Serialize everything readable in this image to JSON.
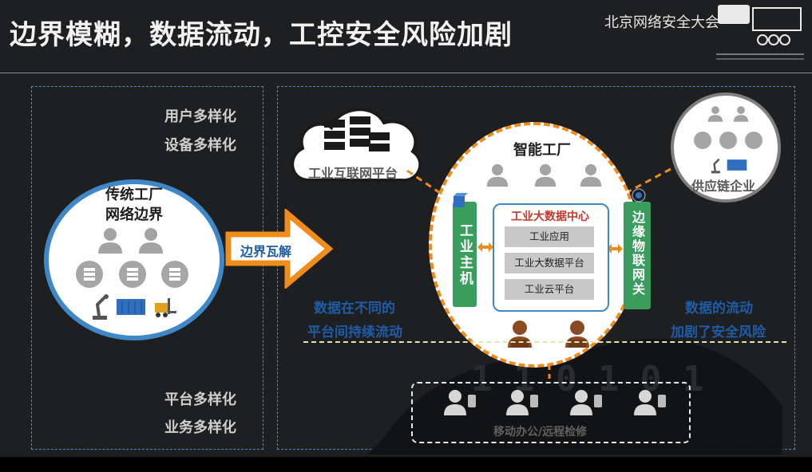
{
  "title": "边界模糊，数据流动，工控安全风险加剧",
  "brand": {
    "text": "北京网络安全大会"
  },
  "left_panel": {
    "top_labels": [
      "用户多样化",
      "设备多样化"
    ],
    "bottom_labels": [
      "平台多样化",
      "业务多样化"
    ],
    "traditional": {
      "title_line1": "传统工厂",
      "title_line2": "网络边界"
    }
  },
  "arrow_label": "边界瓦解",
  "cloud_label": "工业互联网平台",
  "supply_label": "供应链企业",
  "factory": {
    "title": "智能工厂",
    "host_label": "工业主机",
    "edge_label": "边缘物联网关",
    "data_center": {
      "title": "工业大数据中心",
      "items": [
        "工业应用",
        "工业大数据平台",
        "工业云平台"
      ]
    }
  },
  "notes": {
    "left_line1": "数据在不同的",
    "left_line2": "平台间持续流动",
    "right_line1": "数据的流动",
    "right_line2": "加剧了安全风险"
  },
  "mobile_label": "移动办公/远程检修",
  "deco_digits": "1 1 0 1 0 1",
  "colors": {
    "accent_blue": "#3f88c8",
    "accent_orange": "#f08c1c",
    "green": "#3a9d5d",
    "dark_red": "#c0392b"
  }
}
